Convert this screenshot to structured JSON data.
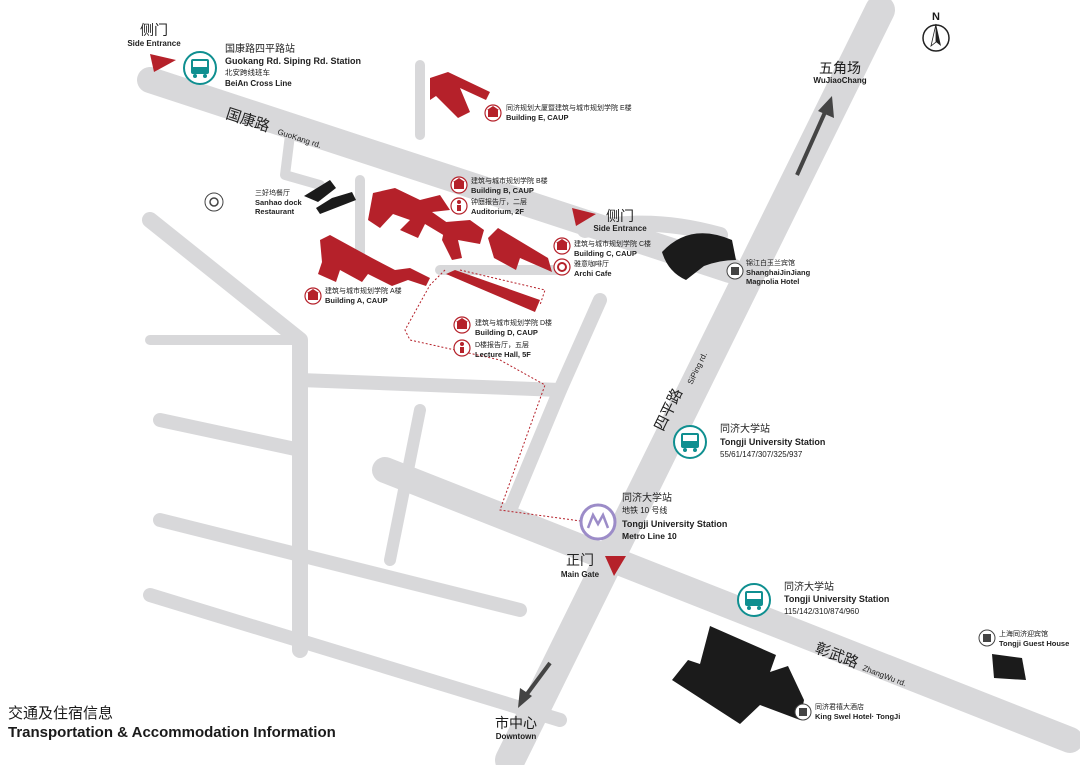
{
  "compass": {
    "label": "N"
  },
  "roads": {
    "guokang": {
      "cn": "国康路",
      "en": "GuoKang rd."
    },
    "siping": {
      "cn": "四平路",
      "en": "SiPing rd."
    },
    "zhangwu": {
      "cn": "彰武路",
      "en": "ZhangWu rd."
    }
  },
  "directions": {
    "wujiaochang": {
      "cn": "五角场",
      "en": "WuJiaoChang"
    },
    "downtown": {
      "cn": "市中心",
      "en": "Downtown"
    }
  },
  "gates": {
    "side_nw": {
      "cn": "侧门",
      "en": "Side Entrance"
    },
    "side_e": {
      "cn": "侧门",
      "en": "Side Entrance"
    },
    "main": {
      "cn": "正门",
      "en": "Main Gate"
    }
  },
  "stations": {
    "guokang_bus": {
      "cn": "国康路四平路站",
      "en": "Guokang Rd. Siping Rd. Station",
      "sub_cn": "北安跨线班车",
      "sub_en": "BeiAn Cross Line"
    },
    "tongji_bus_1": {
      "cn": "同济大学站",
      "en": "Tongji University Station",
      "routes": "55/61/147/307/325/937"
    },
    "tongji_metro": {
      "cn": "同济大学站",
      "line_cn": "地铁 10 号线",
      "en": "Tongji University Station",
      "line_en": "Metro Line 10"
    },
    "tongji_bus_2": {
      "cn": "同济大学站",
      "en": "Tongji University Station",
      "routes": "115/142/310/874/960"
    }
  },
  "places": {
    "building_e": {
      "cn": "同济规划大厦暨建筑与城市规划学院 E楼",
      "en": "Building E, CAUP"
    },
    "building_b": {
      "cn": "建筑与城市规划学院 B楼",
      "en": "Building B, CAUP"
    },
    "auditorium": {
      "cn": "钟庭报告厅，二层",
      "en": "Auditorium, 2F"
    },
    "building_c": {
      "cn": "建筑与城市规划学院 C楼",
      "en": "Building C, CAUP"
    },
    "archi_cafe": {
      "cn": "雅意咖啡厅",
      "en": "Archi Cafe"
    },
    "building_a": {
      "cn": "建筑与城市规划学院 A楼",
      "en": "Building A, CAUP"
    },
    "building_d": {
      "cn": "建筑与城市规划学院 D楼",
      "en": "Building D, CAUP"
    },
    "lecture_hall": {
      "cn": "D楼报告厅，五层",
      "en": "Lecture Hall, 5F"
    },
    "sanhao": {
      "cn": "三好坞餐厅",
      "en_1": "Sanhao dock",
      "en_2": "Restaurant"
    },
    "magnolia": {
      "cn": "锦江白玉兰宾馆",
      "en_1": "ShanghaiJinJiang",
      "en_2": "Magnolia Hotel"
    },
    "swel": {
      "cn": "同济君禧大酒店",
      "en": "King Swel Hotel· TongJi"
    },
    "guest_house": {
      "cn": "上海同济迎宾馆",
      "en": "Tongji Guest House"
    }
  },
  "title": {
    "cn": "交通及住宿信息",
    "en": "Transportation & Accommodation Information"
  },
  "colors": {
    "building": "#b5212a",
    "road": "#d7d7d9",
    "black": "#1b1b1b",
    "bus": "#0f8f90",
    "metro": "#9c8cc8"
  }
}
